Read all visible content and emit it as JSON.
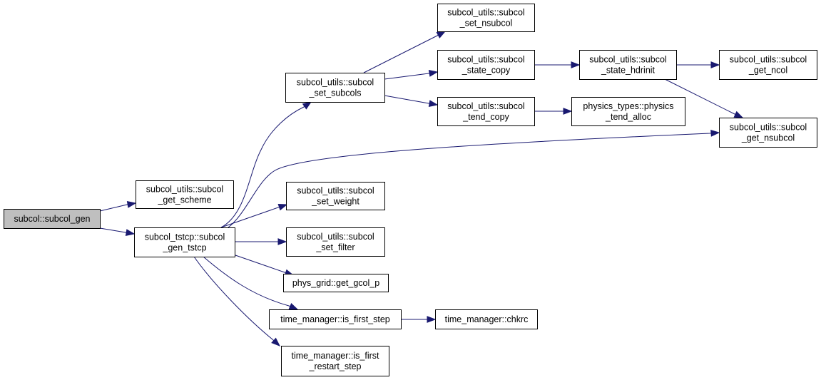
{
  "graph": {
    "nodes": [
      {
        "id": "n0",
        "lines": [
          "subcol::subcol_gen"
        ],
        "root": true
      },
      {
        "id": "n1",
        "lines": [
          "subcol_utils::subcol",
          "_get_scheme"
        ]
      },
      {
        "id": "n2",
        "lines": [
          "subcol_tstcp::subcol",
          "_gen_tstcp"
        ]
      },
      {
        "id": "n3",
        "lines": [
          "subcol_utils::subcol",
          "_set_subcols"
        ]
      },
      {
        "id": "n4",
        "lines": [
          "subcol_utils::subcol",
          "_set_nsubcol"
        ]
      },
      {
        "id": "n5",
        "lines": [
          "subcol_utils::subcol",
          "_state_copy"
        ]
      },
      {
        "id": "n6",
        "lines": [
          "subcol_utils::subcol",
          "_tend_copy"
        ]
      },
      {
        "id": "n7",
        "lines": [
          "subcol_utils::subcol",
          "_state_hdrinit"
        ]
      },
      {
        "id": "n8",
        "lines": [
          "subcol_utils::subcol",
          "_get_ncol"
        ]
      },
      {
        "id": "n9",
        "lines": [
          "subcol_utils::subcol",
          "_get_nsubcol"
        ]
      },
      {
        "id": "n10",
        "lines": [
          "physics_types::physics",
          "_tend_alloc"
        ]
      },
      {
        "id": "n11",
        "lines": [
          "subcol_utils::subcol",
          "_set_weight"
        ]
      },
      {
        "id": "n12",
        "lines": [
          "subcol_utils::subcol",
          "_set_filter"
        ]
      },
      {
        "id": "n13",
        "lines": [
          "phys_grid::get_gcol_p"
        ]
      },
      {
        "id": "n14",
        "lines": [
          "time_manager::is_first_step"
        ]
      },
      {
        "id": "n15",
        "lines": [
          "time_manager::chkrc"
        ]
      },
      {
        "id": "n16",
        "lines": [
          "time_manager::is_first",
          "_restart_step"
        ]
      }
    ],
    "edges": [
      {
        "from": "n0",
        "to": "n1"
      },
      {
        "from": "n0",
        "to": "n2"
      },
      {
        "from": "n2",
        "to": "n3"
      },
      {
        "from": "n2",
        "to": "n9"
      },
      {
        "from": "n2",
        "to": "n11"
      },
      {
        "from": "n2",
        "to": "n12"
      },
      {
        "from": "n2",
        "to": "n13"
      },
      {
        "from": "n2",
        "to": "n14"
      },
      {
        "from": "n2",
        "to": "n16"
      },
      {
        "from": "n3",
        "to": "n4"
      },
      {
        "from": "n3",
        "to": "n5"
      },
      {
        "from": "n3",
        "to": "n6"
      },
      {
        "from": "n5",
        "to": "n7"
      },
      {
        "from": "n7",
        "to": "n8"
      },
      {
        "from": "n7",
        "to": "n9"
      },
      {
        "from": "n6",
        "to": "n10"
      },
      {
        "from": "n14",
        "to": "n15"
      }
    ]
  }
}
